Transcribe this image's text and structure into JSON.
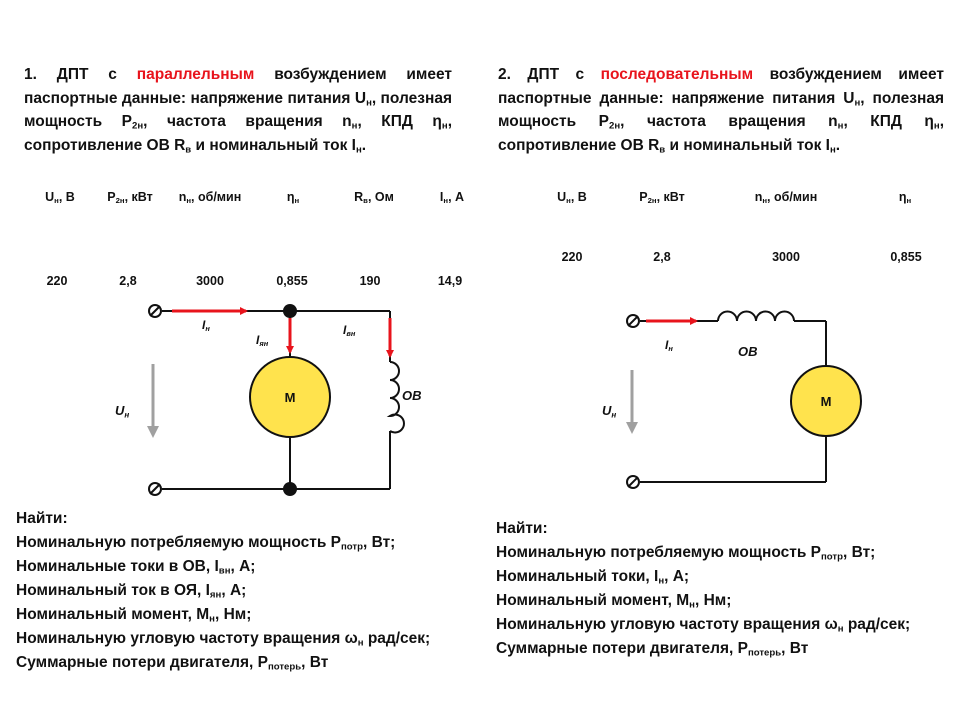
{
  "problem1": {
    "num": "1. ДПТ с ",
    "highlight": "параллельным",
    "after": " возбуждением имеет паспортные данные: напряжение питания U",
    "un_sub": "н",
    "p2": ", полезная мощность P",
    "p2_sub": "2н",
    "p3": ", частота вращения n",
    "p3_sub": "н",
    "p4": ", КПД η",
    "p4_sub": "н",
    "p5": ", сопротивление ОВ R",
    "p5_sub": "в",
    "p6": " и номинальный ток I",
    "p6_sub": "н",
    "p7": ".",
    "table": {
      "headers": [
        {
          "main": "U",
          "sub": "н",
          "unit": ", В"
        },
        {
          "main": "P",
          "sub": "2н",
          "unit": ", кВт"
        },
        {
          "main": "n",
          "sub": "н",
          "unit": ", об/мин"
        },
        {
          "main": "η",
          "sub": "н",
          "unit": ""
        },
        {
          "main": "R",
          "sub": "в",
          "unit": ", Ом"
        },
        {
          "main": "I",
          "sub": "н",
          "unit": ", А"
        }
      ],
      "values": [
        "220",
        "2,8",
        "3000",
        "0,855",
        "190",
        "14,9"
      ]
    },
    "diagram": {
      "i_main": "I",
      "i_main_sub": "н",
      "i_arm": "I",
      "i_arm_sub": "ян",
      "i_field": "I",
      "i_field_sub": "вн",
      "voltage": "U",
      "voltage_sub": "н",
      "motor": "М",
      "winding": "ОВ"
    },
    "find_title": "Найти:",
    "find": [
      {
        "a": "Номинальную потребляемую мощность P",
        "s": "потр",
        "b": ", Вт;"
      },
      {
        "a": "Номинальные токи в ОВ, I",
        "s": "вн",
        "b": ", А;"
      },
      {
        "a": "Номинальный ток в ОЯ, I",
        "s": "ян",
        "b": ", А;"
      },
      {
        "a": "Номинальный момент, M",
        "s": "н",
        "b": ", Нм;"
      },
      {
        "a": "Номинальную угловую частоту вращения ω",
        "s": "н",
        "b": " рад/сек;"
      },
      {
        "a": "Суммарные потери двигателя, P",
        "s": "потерь",
        "b": ", Вт"
      }
    ]
  },
  "problem2": {
    "num": "2. ДПТ с ",
    "highlight": "последовательным",
    "after": " возбуждением имеет паспортные данные: напряжение питания U",
    "un_sub": "н",
    "p2": ", полезная мощность P",
    "p2_sub": "2н",
    "p3": ", частота вращения n",
    "p3_sub": "н",
    "p4": ", КПД η",
    "p4_sub": "н",
    "p5": ", сопротивление ОВ R",
    "p5_sub": "в",
    "p6": " и номинальный ток I",
    "p6_sub": "н",
    "p7": ".",
    "table": {
      "headers": [
        {
          "main": "U",
          "sub": "н",
          "unit": ", В"
        },
        {
          "main": "P",
          "sub": "2н",
          "unit": ", кВт"
        },
        {
          "main": "n",
          "sub": "н",
          "unit": ", об/мин"
        },
        {
          "main": "η",
          "sub": "н",
          "unit": ""
        }
      ],
      "values": [
        "220",
        "2,8",
        "3000",
        "0,855"
      ]
    },
    "diagram": {
      "i_main": "I",
      "i_main_sub": "н",
      "voltage": "U",
      "voltage_sub": "н",
      "motor": "М",
      "winding": "ОВ"
    },
    "find_title": "Найти:",
    "find": [
      {
        "a": "Номинальную потребляемую мощность P",
        "s": "потр",
        "b": ", Вт;"
      },
      {
        "a": "Номинальный токи, I",
        "s": "н",
        "b": ", А;"
      },
      {
        "a": "Номинальный момент, M",
        "s": "н",
        "b": ", Нм;"
      },
      {
        "a": "Номинальную угловую частоту вращения ω",
        "s": "н",
        "b": " рад/сек;"
      },
      {
        "a": "Суммарные потери двигателя, P",
        "s": "потерь",
        "b": ", Вт"
      }
    ]
  },
  "colors": {
    "highlight": "#e8141c",
    "arrow": "#e8141c",
    "motor_fill": "#ffe34d",
    "voltage_arrow": "#a0a0a0"
  }
}
